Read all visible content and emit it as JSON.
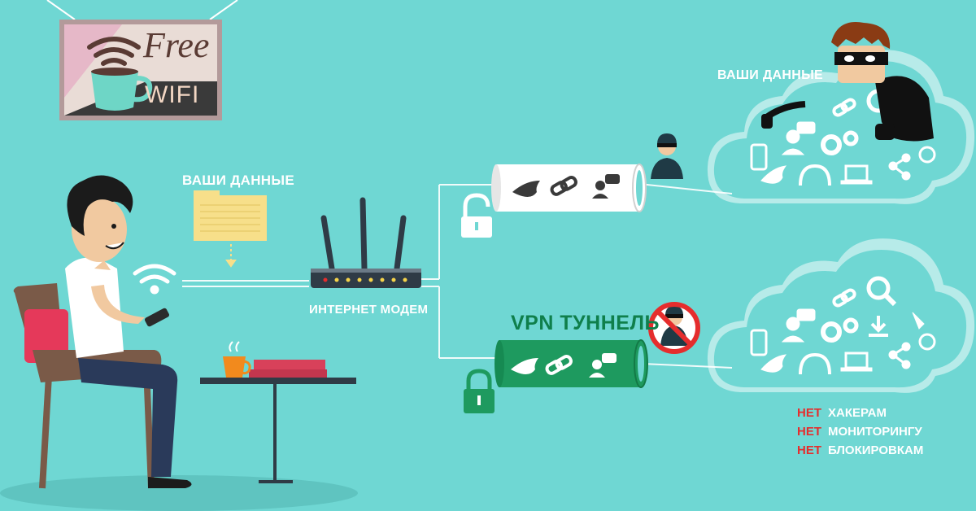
{
  "sign": {
    "line1": "Free",
    "line2": "WIFI"
  },
  "labels": {
    "your_data_left": "ВАШИ ДАННЫЕ",
    "your_data_cloud": "ВАШИ ДАННЫЕ",
    "modem": "ИНТЕРНЕТ МОДЕМ",
    "vpn_tunnel": "VPN ТУННЕЛЬ"
  },
  "benefits": [
    {
      "prefix": "НЕТ",
      "text": "ХАКЕРАМ"
    },
    {
      "prefix": "НЕТ",
      "text": "МОНИТОРИНГУ"
    },
    {
      "prefix": "НЕТ",
      "text": "БЛОКИРОВКАМ"
    }
  ],
  "colors": {
    "background": "#6fd7d3",
    "vpn_green": "#1e9a5f",
    "accent_red": "#e52d2d",
    "folder_yellow": "#f7df8a"
  }
}
